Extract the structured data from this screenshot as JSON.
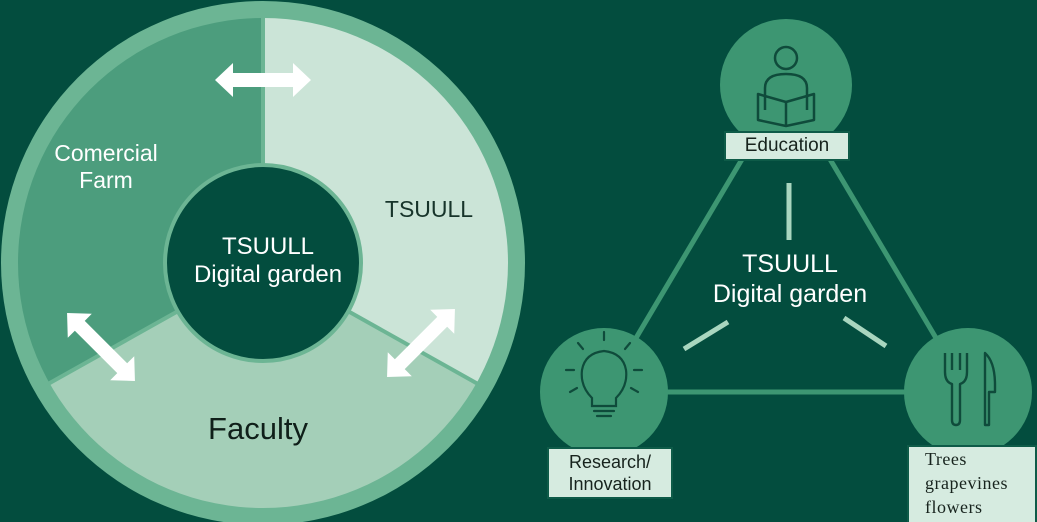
{
  "ring": {
    "center_title": "TSUULL\nDigital garden",
    "segments": {
      "commercial_farm": "Comercial\nFarm",
      "tsuull": "TSUULL",
      "faculty": "Faculty"
    },
    "colors": {
      "background": "#034d3e",
      "commercial_farm": "#4c9d7d",
      "tsuull": "#cbe4d7",
      "faculty": "#a4cfb8",
      "border": "#6cb594",
      "arrow": "#ffffff"
    }
  },
  "triangle": {
    "center_title": "TSUULL\nDigital garden",
    "nodes": {
      "education": {
        "label": "Education",
        "icon": "reading-person-icon"
      },
      "research": {
        "label": "Research/\nInnovation",
        "icon": "lightbulb-icon"
      },
      "trees": {
        "label": "Trees\ngrapevines\nflowers",
        "icon": "fork-knife-icon"
      }
    },
    "colors": {
      "node": "#3d9672",
      "line": "#3d9672",
      "spoke": "#a9d6bf",
      "icon": "#0f4b3b"
    }
  }
}
